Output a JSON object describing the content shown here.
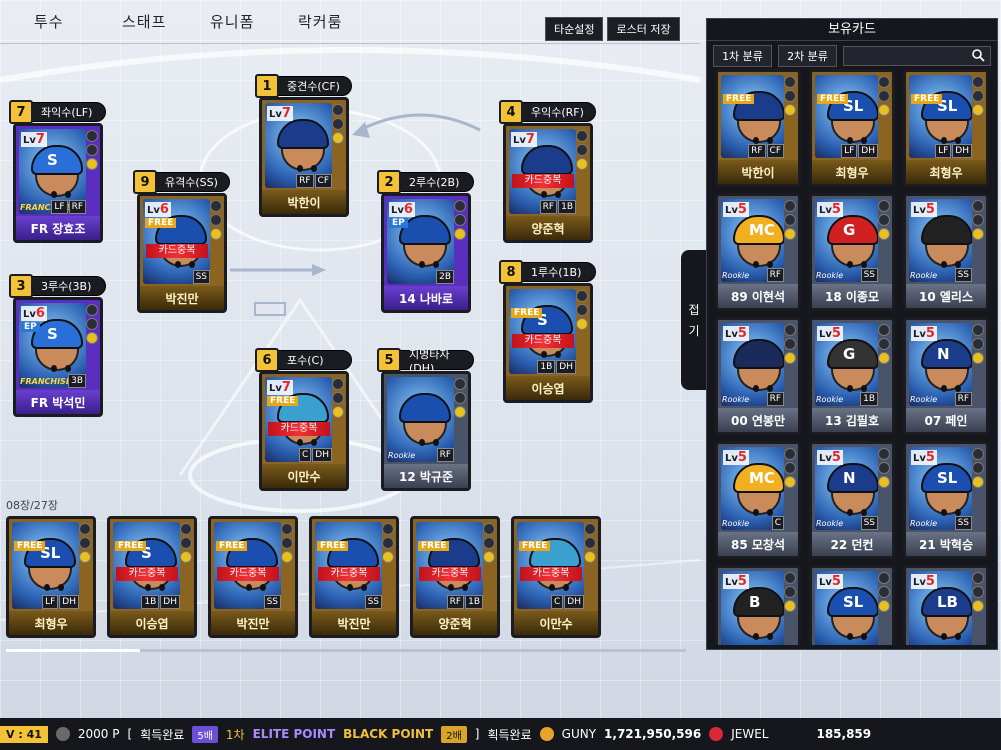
{
  "tabs": [
    "투수",
    "스태프",
    "유니폼",
    "락커룸"
  ],
  "top_buttons": {
    "batting_order": "타순설정",
    "save_roster": "로스터 저장"
  },
  "field_positions": [
    {
      "num": "7",
      "pos": "좌익수(LF)",
      "name": "FR 장효조",
      "lv": "7",
      "tag": "",
      "style": "purple",
      "franchise": "FRANCHISE",
      "rookie": "",
      "dup": "",
      "positions": [
        "LF",
        "RF"
      ],
      "helmet": "#2a6fd8",
      "logo": "S"
    },
    {
      "num": "1",
      "pos": "중견수(CF)",
      "name": "박한이",
      "lv": "7",
      "tag": "",
      "style": "gold",
      "franchise": "",
      "rookie": "",
      "dup": "",
      "positions": [
        "RF",
        "CF"
      ],
      "helmet": "#1a3c8a",
      "logo": ""
    },
    {
      "num": "4",
      "pos": "우익수(RF)",
      "name": "양준혁",
      "lv": "7",
      "tag": "",
      "style": "gold",
      "franchise": "",
      "rookie": "",
      "dup": "카드중복",
      "positions": [
        "RF",
        "1B"
      ],
      "helmet": "#1a3c8a",
      "logo": ""
    },
    {
      "num": "9",
      "pos": "유격수(SS)",
      "name": "박진만",
      "lv": "6",
      "tag": "FREE",
      "style": "gold",
      "franchise": "",
      "rookie": "",
      "dup": "카드중복",
      "positions": [
        "SS"
      ],
      "helmet": "#1a4fb0",
      "logo": ""
    },
    {
      "num": "2",
      "pos": "2루수(2B)",
      "name": "14 나바로",
      "lv": "6",
      "tag": "EP",
      "style": "purple",
      "franchise": "",
      "rookie": "",
      "dup": "",
      "positions": [
        "2B"
      ],
      "helmet": "#1a4fb0",
      "logo": ""
    },
    {
      "num": "3",
      "pos": "3루수(3B)",
      "name": "FR 박석민",
      "lv": "6",
      "tag": "EP",
      "style": "purple",
      "franchise": "FRANCHISE",
      "rookie": "",
      "dup": "",
      "positions": [
        "3B"
      ],
      "helmet": "#2a6fd8",
      "logo": "S"
    },
    {
      "num": "8",
      "pos": "1루수(1B)",
      "name": "이승엽",
      "lv": "",
      "tag": "FREE",
      "style": "gold",
      "franchise": "",
      "rookie": "",
      "dup": "카드중복",
      "positions": [
        "1B",
        "DH"
      ],
      "helmet": "#1a4fb0",
      "logo": "S"
    },
    {
      "num": "6",
      "pos": "포수(C)",
      "name": "이만수",
      "lv": "7",
      "tag": "FREE",
      "style": "gold",
      "franchise": "",
      "rookie": "",
      "dup": "카드중복",
      "positions": [
        "C",
        "DH"
      ],
      "helmet": "#3aa0d0",
      "logo": ""
    },
    {
      "num": "5",
      "pos": "지명타자(DH)",
      "name": "12 박규준",
      "lv": "",
      "tag": "",
      "style": "silver",
      "franchise": "",
      "rookie": "Rookie",
      "dup": "",
      "positions": [
        "RF"
      ],
      "helmet": "#1a4fb0",
      "logo": ""
    }
  ],
  "tray": {
    "count": "08장/27장",
    "cards": [
      {
        "name": "최형우",
        "tag": "FREE",
        "dup": "",
        "positions": [
          "LF",
          "DH"
        ],
        "helmet": "#1a4fb0",
        "logo": "SL"
      },
      {
        "name": "이승엽",
        "tag": "FREE",
        "dup": "카드중복",
        "positions": [
          "1B",
          "DH"
        ],
        "helmet": "#1a4fb0",
        "logo": "S"
      },
      {
        "name": "박진만",
        "tag": "FREE",
        "dup": "카드중복",
        "positions": [
          "SS"
        ],
        "helmet": "#1a4fb0",
        "logo": ""
      },
      {
        "name": "박진만",
        "tag": "FREE",
        "dup": "카드중복",
        "positions": [
          "SS"
        ],
        "helmet": "#1a4fb0",
        "logo": ""
      },
      {
        "name": "양준혁",
        "tag": "FREE",
        "dup": "카드중복",
        "positions": [
          "RF",
          "1B"
        ],
        "helmet": "#1a3c8a",
        "logo": ""
      },
      {
        "name": "이만수",
        "tag": "FREE",
        "dup": "카드중복",
        "positions": [
          "C",
          "DH"
        ],
        "helmet": "#3aa0d0",
        "logo": ""
      }
    ]
  },
  "side_panel": {
    "title": "보유카드",
    "filter1": "1차 분류",
    "filter2": "2차 분류",
    "search_placeholder": "",
    "collapse": [
      "접",
      "기"
    ],
    "cards": [
      {
        "name": "박한이",
        "lv": "",
        "tag": "FREE",
        "style": "gold",
        "rookie": "",
        "positions": [
          "RF",
          "CF"
        ],
        "helmet": "#1a3c8a",
        "logo": ""
      },
      {
        "name": "최형우",
        "lv": "",
        "tag": "FREE",
        "style": "gold",
        "rookie": "",
        "positions": [
          "LF",
          "DH"
        ],
        "helmet": "#1a4fb0",
        "logo": "SL"
      },
      {
        "name": "최형우",
        "lv": "",
        "tag": "FREE",
        "style": "gold",
        "rookie": "",
        "positions": [
          "LF",
          "DH"
        ],
        "helmet": "#1a4fb0",
        "logo": "SL"
      },
      {
        "name": "89 이현석",
        "lv": "5",
        "tag": "",
        "style": "silver",
        "rookie": "Rookie",
        "positions": [
          "RF"
        ],
        "helmet": "#f0b020",
        "logo": "MC"
      },
      {
        "name": "18 이종모",
        "lv": "5",
        "tag": "",
        "style": "silver",
        "rookie": "Rookie",
        "positions": [
          "SS"
        ],
        "helmet": "#d02020",
        "logo": "G"
      },
      {
        "name": "10 엘리스",
        "lv": "5",
        "tag": "",
        "style": "silver",
        "rookie": "Rookie",
        "positions": [
          "SS"
        ],
        "helmet": "#222222",
        "logo": ""
      },
      {
        "name": "00 연봉만",
        "lv": "5",
        "tag": "",
        "style": "silver",
        "rookie": "Rookie",
        "positions": [
          "RF"
        ],
        "helmet": "#1a2a5a",
        "logo": ""
      },
      {
        "name": "13 김필호",
        "lv": "5",
        "tag": "",
        "style": "silver",
        "rookie": "Rookie",
        "positions": [
          "1B"
        ],
        "helmet": "#333333",
        "logo": "G"
      },
      {
        "name": "07 페인",
        "lv": "5",
        "tag": "",
        "style": "silver",
        "rookie": "Rookie",
        "positions": [
          "RF"
        ],
        "helmet": "#1a3c8a",
        "logo": "N"
      },
      {
        "name": "85 모창석",
        "lv": "5",
        "tag": "",
        "style": "silver",
        "rookie": "Rookie",
        "positions": [
          "C"
        ],
        "helmet": "#f0b020",
        "logo": "MC"
      },
      {
        "name": "22 던컨",
        "lv": "5",
        "tag": "",
        "style": "silver",
        "rookie": "Rookie",
        "positions": [
          "SS"
        ],
        "helmet": "#1a3c8a",
        "logo": "N"
      },
      {
        "name": "21 박혁승",
        "lv": "5",
        "tag": "",
        "style": "silver",
        "rookie": "Rookie",
        "positions": [
          "SS"
        ],
        "helmet": "#1a4fb0",
        "logo": "SL"
      },
      {
        "name": "",
        "lv": "5",
        "tag": "",
        "style": "silver",
        "rookie": "",
        "positions": [],
        "helmet": "#222222",
        "logo": "B"
      },
      {
        "name": "",
        "lv": "5",
        "tag": "",
        "style": "silver",
        "rookie": "",
        "positions": [],
        "helmet": "#1a4fb0",
        "logo": "SL"
      },
      {
        "name": "",
        "lv": "5",
        "tag": "",
        "style": "silver",
        "rookie": "",
        "positions": [],
        "helmet": "#1a3c8a",
        "logo": "LB"
      }
    ]
  },
  "bottom_bar": {
    "level_prefix": "V",
    "level": "41",
    "points": "2000 P",
    "bracket_open": "[",
    "acquired1": "획득완료",
    "chip1": "5배",
    "stage": "1차",
    "elite": "ELITE POINT",
    "black": "BLACK POINT",
    "chip2": "2배",
    "bracket_close": "]",
    "acquired2": "획득완료",
    "guny_label": "GUNY",
    "guny_value": "1,721,950,596",
    "jewel_label": "JEWEL",
    "jewel_value": "185,859"
  },
  "colors": {
    "gold_card": "#7a5a1a",
    "purple_card": "#6a3fd0",
    "silver_card": "#6a7286",
    "dup_banner": "#e02a2a",
    "pos_badge": "#f3c236"
  }
}
